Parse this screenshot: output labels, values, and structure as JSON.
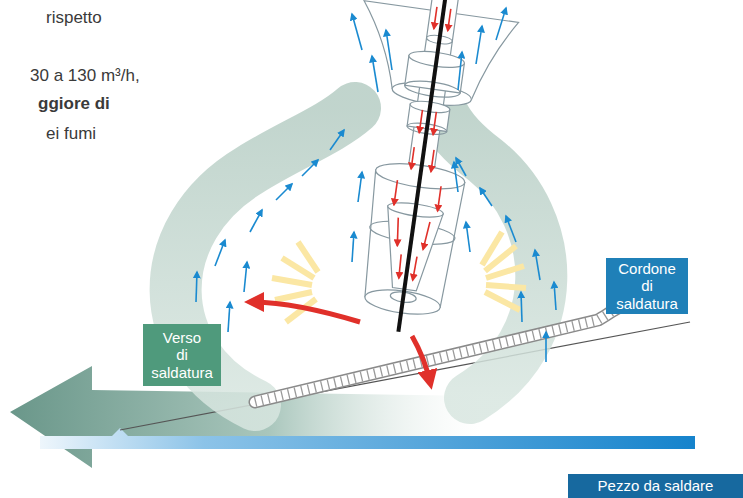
{
  "diagram": {
    "nodes": [
      {
        "text": [
          "Verso di saldatura"
        ]
      },
      {
        "text": [
          "Cordone di saldatura"
        ]
      },
      {
        "text": [
          "Pezzo da saldare"
        ]
      }
    ],
    "labels": [
      "rispetto",
      "30 a 130 m³/h,",
      "ggiore di",
      "ei fumi"
    ]
  }
}
